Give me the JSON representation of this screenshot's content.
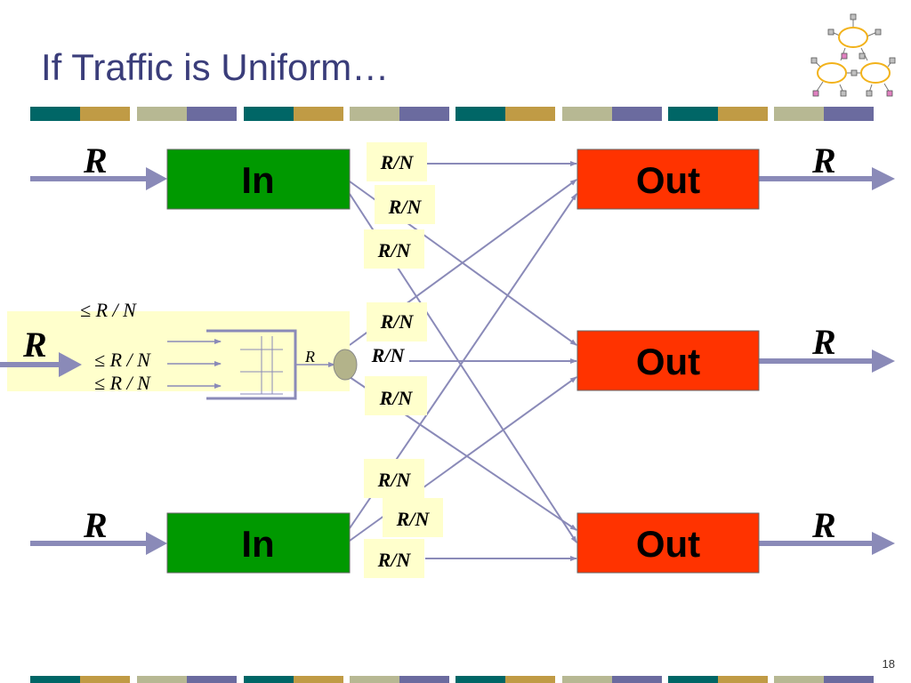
{
  "slide": {
    "title": "If Traffic is Uniform…",
    "page_number": "18"
  },
  "colors": {
    "title": "#3a3d7a",
    "in_box": "#009900",
    "out_box": "#ff3300",
    "arrow": "#8a8ab8",
    "label_bg": "#ffffcc",
    "stripe": [
      "#006666",
      "#c09b45",
      "#b7b893",
      "#6b6b9f"
    ],
    "logo_cloud": "#f2b21a"
  },
  "diagram": {
    "input_label": "In",
    "output_label": "Out",
    "rate_label": "R",
    "link_label": "R/N",
    "queue_rate_label": "R",
    "queue_constraint_label": "≤ R / N",
    "constraint_top": "≤ R / N",
    "constraint_mid": "≤ R / N",
    "constraint_bot": "≤ R / N"
  },
  "icons": {
    "logo": "network-clouds-icon",
    "scheduler": "scheduler-node-icon"
  }
}
